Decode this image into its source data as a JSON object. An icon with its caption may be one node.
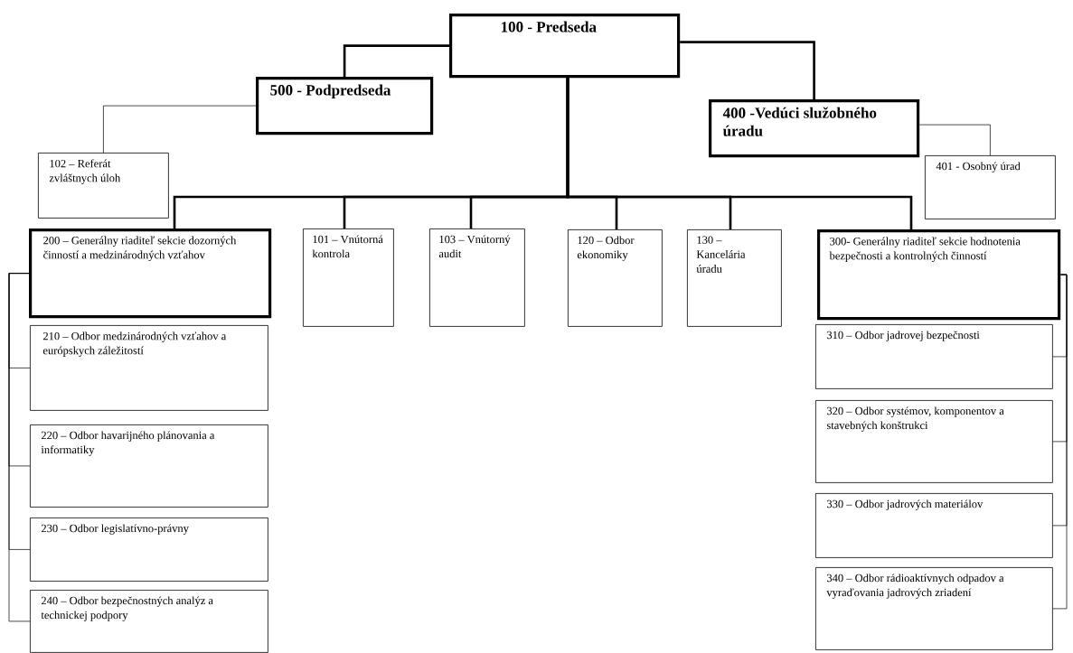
{
  "diagram": {
    "nodes": [
      {
        "text": [
          "100 - Predseda"
        ]
      },
      {
        "text": [
          "500 - Podpredseda"
        ]
      },
      {
        "text": [
          "400 -Vedúci služobného úradu"
        ]
      },
      {
        "text": [
          "102 – Referát zvláštnych úloh"
        ]
      },
      {
        "text": [
          "401 - Osobný úrad"
        ]
      },
      {
        "text": [
          "200 – Generálny riaditeľ sekcie dozorných činností a medzinárodných vzťahov"
        ]
      },
      {
        "text": [
          "101 – Vnútorná kontrola"
        ]
      },
      {
        "text": [
          "103 – Vnútorný audit"
        ]
      },
      {
        "text": [
          "120 – Odbor ekonomiky"
        ]
      },
      {
        "text": [
          "130 – Kancelária úradu"
        ]
      },
      {
        "text": [
          "300- Generálny riaditeľ sekcie hodnotenia bezpečnosti a kontrolných činností"
        ]
      },
      {
        "text": [
          "210 – Odbor medzinárodných vzťahov a európskych záležitostí"
        ]
      },
      {
        "text": [
          "220 – Odbor havarijného plánovania a informatiky"
        ]
      },
      {
        "text": [
          "230 – Odbor legislatívno-právny"
        ]
      },
      {
        "text": [
          "240 – Odbor bezpečnostných analýz a technickej podpory"
        ]
      },
      {
        "text": [
          "310 – Odbor jadrovej bezpečnosti"
        ]
      },
      {
        "text": [
          "320 – Odbor systémov, komponentov a stavebných konštrukci"
        ]
      },
      {
        "text": [
          "330 – Odbor jadrových materiálov"
        ]
      },
      {
        "text": [
          "340 – Odbor rádioaktívnych odpadov a vyraďovania jadrových zriadení"
        ]
      }
    ],
    "edges": [
      {
        "from": 0,
        "to": 1,
        "arrow": "none",
        "style": "thick"
      },
      {
        "from": 0,
        "to": 2,
        "arrow": "none",
        "style": "thick"
      },
      {
        "from": 0,
        "to": 5,
        "arrow": "none",
        "style": "thick"
      },
      {
        "from": 0,
        "to": 6,
        "arrow": "none",
        "style": "thick"
      },
      {
        "from": 0,
        "to": 7,
        "arrow": "none",
        "style": "thick"
      },
      {
        "from": 0,
        "to": 8,
        "arrow": "none",
        "style": "thick"
      },
      {
        "from": 0,
        "to": 9,
        "arrow": "none",
        "style": "thick"
      },
      {
        "from": 0,
        "to": 10,
        "arrow": "none",
        "style": "thick"
      },
      {
        "from": 1,
        "to": 3,
        "arrow": "none"
      },
      {
        "from": 2,
        "to": 4,
        "arrow": "none"
      },
      {
        "from": 5,
        "to": 11,
        "arrow": "none"
      },
      {
        "from": 5,
        "to": 12,
        "arrow": "none"
      },
      {
        "from": 5,
        "to": 13,
        "arrow": "none"
      },
      {
        "from": 5,
        "to": 14,
        "arrow": "none"
      },
      {
        "from": 10,
        "to": 15,
        "arrow": "none"
      },
      {
        "from": 10,
        "to": 16,
        "arrow": "none"
      },
      {
        "from": 10,
        "to": 17,
        "arrow": "none"
      },
      {
        "from": 10,
        "to": 18,
        "arrow": "none"
      }
    ]
  }
}
